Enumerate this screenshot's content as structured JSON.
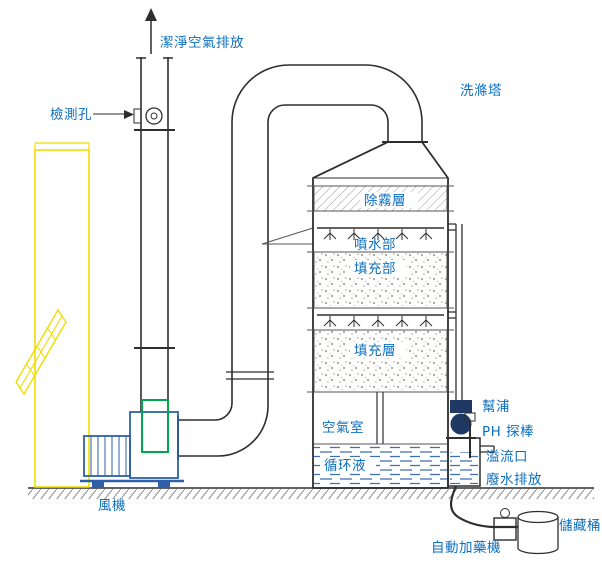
{
  "diagram": {
    "title": "wet-scrubber-system-schematic",
    "labels": {
      "clean_air_exhaust": "潔淨空氣排放",
      "inspection_port": "檢測孔",
      "scrubbing_tower": "洗滌塔",
      "demister": "除霧層",
      "spray_section": "噴水部",
      "packing_section": "填充部",
      "packing_layer": "填充層",
      "air_chamber": "空氣室",
      "circulating_liquid": "循环液",
      "pump": "幫浦",
      "ph_probe": "PH 探棒",
      "overflow_port": "溢流口",
      "wastewater_discharge": "廢水排放",
      "fan": "風機",
      "auto_dosing_machine": "自動加藥機",
      "storage_tank": "儲藏桶"
    },
    "colors": {
      "label": "#0b6fc0",
      "line": "#2e2e2e",
      "frame": "#eede00",
      "fan_blue": "#2f5fa8",
      "fan_green": "#00a550",
      "water": "#3f6fae",
      "pump_dark": "#1f3864"
    }
  }
}
